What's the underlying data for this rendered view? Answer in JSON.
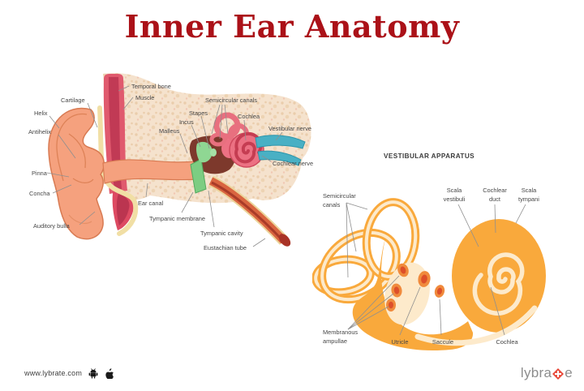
{
  "title": "Inner Ear Anatomy",
  "palette": {
    "title_red": "#ab1118",
    "skin": "#f5a17e",
    "skin_outline": "#d87a52",
    "bone": "#f5e2cd",
    "muscle_red": "#e05a6e",
    "cartilage_cream": "#f1dfa5",
    "middle_ear_maroon": "#7d392c",
    "ossicle_green": "#8fd793",
    "labyrinth_pink": "#ec7183",
    "nerve_teal": "#49b0c4",
    "tube_orange": "#d96540",
    "vestibular_orange": "#f9a93c",
    "vestibular_cream": "#fdeacb",
    "ampulla_red": "#dd4f2a",
    "label_gray": "#474747",
    "logo_gray": "#8d8d8d",
    "logo_diamond_red": "#e8493a"
  },
  "ear": {
    "labels": {
      "temporal_bone": "Temporal bone",
      "muscle": "Muscle",
      "cartilage": "Cartilage",
      "helix": "Helix",
      "antihelix": "Antihelix",
      "pinna": "Pinna",
      "concha": "Concha",
      "auditory_bulla": "Auditory bulla",
      "ear_canal": "Ear canal",
      "tympanic_membrane": "Tympanic membrane",
      "tympanic_cavity": "Tympanic cavity",
      "eustachian_tube": "Eustachian tube",
      "semicircular_canals": "Semicircular canals",
      "stapes": "Stapes",
      "incus": "Incus",
      "malleus": "Malleus",
      "cochlea": "Cochlea",
      "vestibular_nerve": "Vestibular nerve",
      "cochlear_nerve": "Cochlear nerve"
    }
  },
  "vestibular": {
    "heading": "VESTIBULAR APPARATUS",
    "labels": {
      "semicircular_canals": [
        "Semicircular",
        "canals"
      ],
      "scala_vestibuli": [
        "Scala",
        "vestibuli"
      ],
      "cochlear_duct": [
        "Cochlear",
        "duct"
      ],
      "scala_tympani": [
        "Scala",
        "tympani"
      ],
      "membranous_ampullae": [
        "Membranous",
        "ampullae"
      ],
      "utricle": "Utricle",
      "saccule": "Saccule",
      "cochlea": "Cochlea"
    }
  },
  "footer": {
    "website": "www.lybrate.com",
    "logo_prefix": "lybra",
    "logo_suffix": "e"
  }
}
